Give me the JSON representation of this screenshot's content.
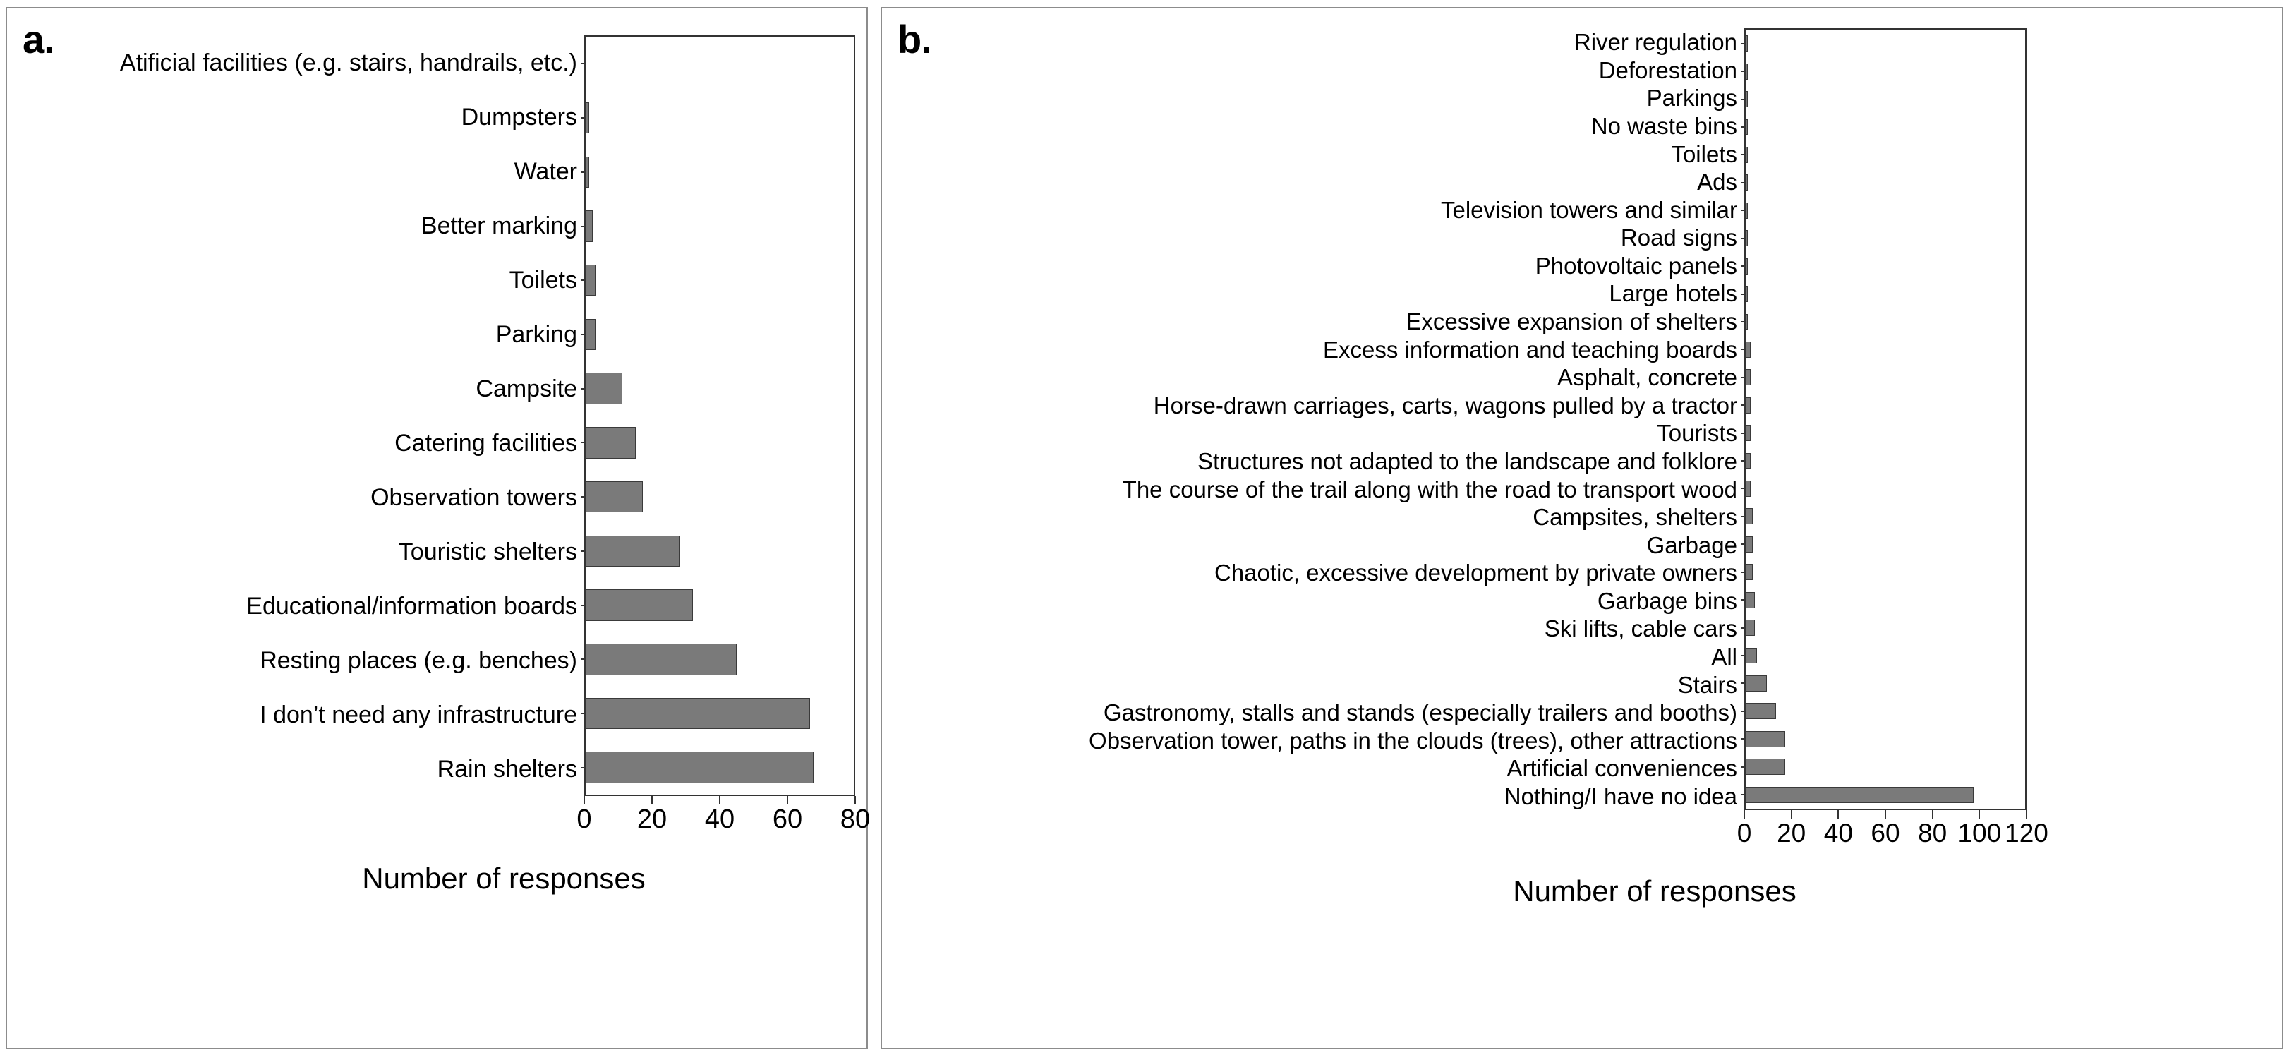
{
  "figure": {
    "panels": [
      {
        "letter": "a."
      },
      {
        "letter": "b."
      }
    ]
  },
  "chart_data": [
    {
      "panel": "a",
      "type": "bar",
      "orientation": "horizontal",
      "title": "",
      "xlabel": "Number of responses",
      "ylabel": "",
      "xlim": [
        0,
        80
      ],
      "xticks": [
        0,
        20,
        40,
        60,
        80
      ],
      "xticklabels": [
        "0",
        "20",
        "40",
        "60",
        "80"
      ],
      "grid": false,
      "legend": false,
      "bar_color": "#7a7a7a",
      "bar_edge_color": "#3a3a3a",
      "categories": [
        "Atificial facilities (e.g. stairs, handrails, etc.)",
        "Dumpsters",
        "Water",
        "Better marking",
        "Toilets",
        "Parking",
        "Campsite",
        "Catering facilities",
        "Observation towers",
        "Touristic shelters",
        "Educational/information boards",
        "Resting places (e.g. benches)",
        "I don’t need any infrastructure",
        "Rain shelters"
      ],
      "values": [
        0,
        1,
        1,
        2,
        3,
        3,
        11,
        15,
        17,
        28,
        32,
        45,
        67,
        68
      ]
    },
    {
      "panel": "b",
      "type": "bar",
      "orientation": "horizontal",
      "title": "",
      "xlabel": "Number of responses",
      "ylabel": "",
      "xlim": [
        0,
        120
      ],
      "xticks": [
        0,
        20,
        40,
        60,
        80,
        100,
        120
      ],
      "xticklabels": [
        "0",
        "20",
        "40",
        "60",
        "80",
        "100",
        "120"
      ],
      "grid": false,
      "legend": false,
      "bar_color": "#7a7a7a",
      "bar_edge_color": "#3a3a3a",
      "categories": [
        "River regulation",
        "Deforestation",
        "Parkings",
        "No waste bins",
        "Toilets",
        "Ads",
        "Television towers and similar",
        "Road signs",
        "Photovoltaic panels",
        "Large hotels",
        "Excessive expansion of shelters",
        "Excess information and teaching boards",
        "Asphalt, concrete",
        "Horse-drawn carriages, carts, wagons pulled by a tractor",
        "Tourists",
        "Structures not adapted to the landscape and folklore",
        "The course of the trail along with the road to transport wood",
        "Campsites, shelters",
        "Garbage",
        "Chaotic, excessive development by private owners",
        "Garbage bins",
        "Ski lifts, cable cars",
        "All",
        "Stairs",
        "Gastronomy, stalls and stands (especially trailers and booths)",
        "Observation tower, paths in the clouds (trees), other attractions",
        "Artificial conveniences",
        "Nothing/I have no idea"
      ],
      "values": [
        1,
        1,
        1,
        1,
        1,
        1,
        1,
        1,
        1,
        1,
        1,
        2,
        2,
        2,
        2,
        2,
        2,
        3,
        3,
        3,
        4,
        4,
        5,
        9,
        13,
        17,
        17,
        98
      ]
    }
  ]
}
